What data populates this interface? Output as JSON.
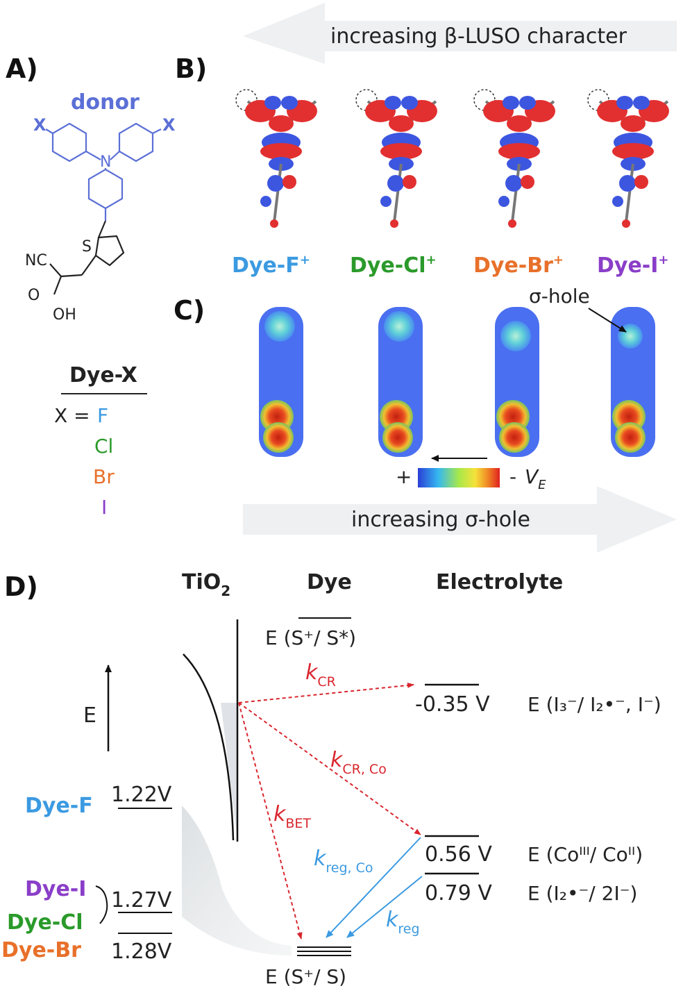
{
  "colors": {
    "donor": "#5b6fd6",
    "f": "#3b9ae1",
    "cl": "#2a9a2a",
    "br": "#e8702a",
    "i": "#8a3ec8",
    "red": "#d9262e",
    "blue": "#3b9ae1",
    "arrow_bg": "#eef0f1"
  },
  "panel_a": {
    "label": "A)",
    "donor": "donor",
    "x_left": "X",
    "x_right": "X",
    "n": "N",
    "s": "S",
    "nc": "NC",
    "o": "O",
    "oh": "OH",
    "dye_x": "Dye-X",
    "x_eq": "X =",
    "halogens": [
      "F",
      "Cl",
      "Br",
      "I"
    ]
  },
  "panel_b": {
    "label": "B)",
    "top_arrow": "increasing β-LUSO character",
    "dyes": [
      {
        "name": "Dye-F",
        "sup": "+"
      },
      {
        "name": "Dye-Cl",
        "sup": "+"
      },
      {
        "name": "Dye-Br",
        "sup": "+"
      },
      {
        "name": "Dye-I",
        "sup": "+"
      }
    ]
  },
  "panel_c": {
    "label": "C)",
    "sigma_hole": "σ-hole",
    "plus": "+",
    "minus": "-",
    "ve": "V",
    "ve_sub": "E",
    "bottom_arrow": "increasing σ-hole"
  },
  "panel_d": {
    "label": "D)",
    "tio2": "TiO",
    "tio2_sub": "2",
    "dye": "Dye",
    "electrolyte": "Electrolyte",
    "e_axis": "E",
    "e_star": "E (S⁺/ S*)",
    "e_ground": "E (S⁺/ S)",
    "dye_f": "Dye-F",
    "dye_i": "Dye-I",
    "dye_cl": "Dye-Cl",
    "dye_br": "Dye-Br",
    "v122": "1.22V",
    "v127": "1.27V",
    "v128": "1.28V",
    "v_i3": "-0.35 V",
    "v_co": "0.56 V",
    "v_i2": "0.79 V",
    "couple_i3": "E (I₃⁻/ I₂•⁻, I⁻)",
    "couple_co": "E (Coᴵᴵᴵ/ Coᴵᴵ)",
    "couple_i2": "E (I₂•⁻/ 2I⁻)",
    "k": "k",
    "k_cr": "CR",
    "k_crco": "CR, Co",
    "k_bet": "BET",
    "k_regco": "reg, Co",
    "k_reg": "reg"
  }
}
